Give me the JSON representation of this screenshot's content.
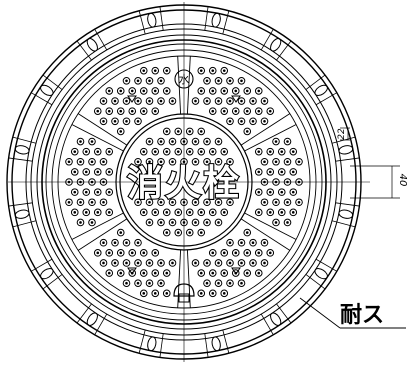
{
  "cover": {
    "main_label": "消火栓",
    "emblem_glyph": "水"
  },
  "dimensions": {
    "hole_height": "40",
    "small_offset": "22"
  },
  "callout": {
    "label": "耐ス"
  },
  "colors": {
    "ink": "#000000",
    "background": "#ffffff"
  }
}
